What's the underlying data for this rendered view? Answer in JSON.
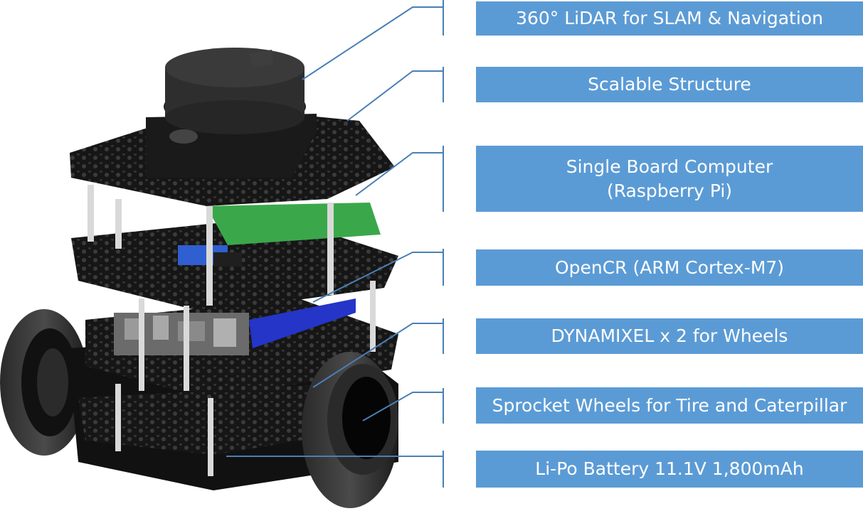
{
  "labels": [
    {
      "text": "360° LiDAR for SLAM & Navigation"
    },
    {
      "text": "Scalable Structure"
    },
    {
      "lines": [
        "Single Board Computer",
        "(Raspberry Pi)"
      ]
    },
    {
      "text": "OpenCR (ARM Cortex-M7)"
    },
    {
      "text": "DYNAMIXEL x 2 for Wheels"
    },
    {
      "text": "Sprocket Wheels for Tire and Caterpillar"
    },
    {
      "text": "Li-Po Battery 11.1V 1,800mAh"
    }
  ],
  "colors": {
    "label_fill": "#5b9bd5",
    "label_text": "#ffffff",
    "leader_line": "#4a7fb6",
    "robot_body": "#151515",
    "pcb_green": "#3aa84a",
    "pcb_blue": "#2435c8"
  }
}
